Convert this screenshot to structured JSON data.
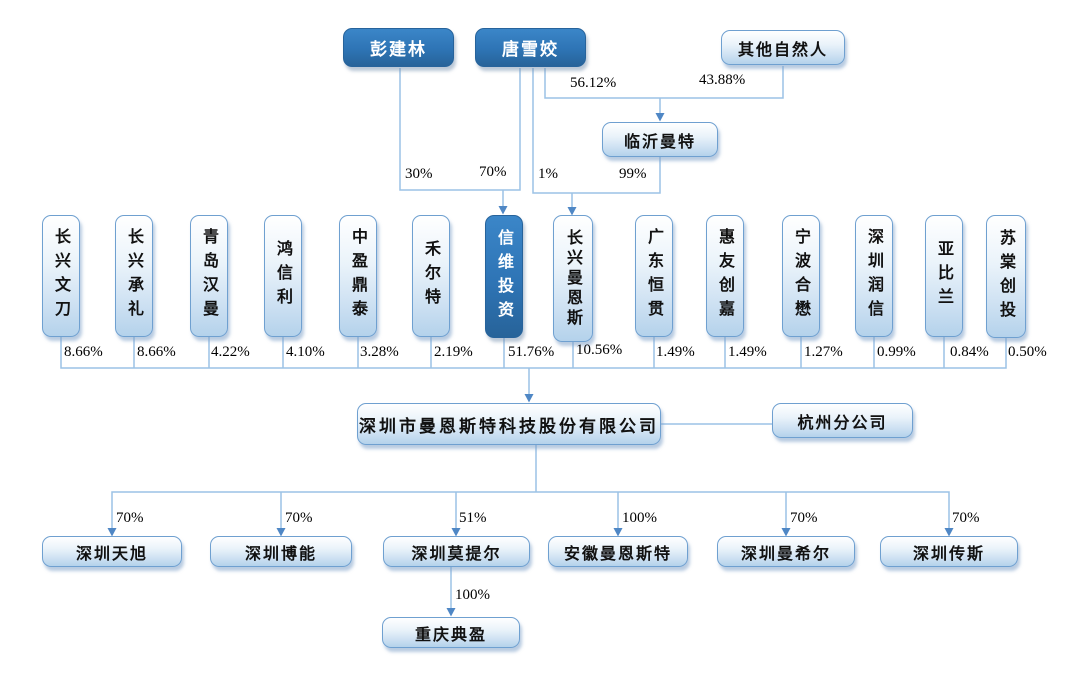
{
  "colors": {
    "dark_box": "#2E74B5",
    "light_box_border": "#6FA0D0",
    "light_box_fill_bottom": "#B4D2EB",
    "connector_line": "#9CC2E5",
    "arrow": "#4F87C5",
    "text": "#111111"
  },
  "top": {
    "peng": {
      "label": "彭建林"
    },
    "tang": {
      "label": "唐雪姣"
    },
    "other": {
      "label": "其他自然人"
    },
    "linyi": {
      "label": "临沂曼特"
    },
    "edges": {
      "peng_to_xinwei": "30%",
      "tang_to_xinwei": "70%",
      "tang_to_changxing": "1%",
      "linyi_to_changxing": "99%",
      "tang_to_linyi": "56.12%",
      "other_to_linyi": "43.88%"
    }
  },
  "shareholders": [
    {
      "label": "长兴文刀",
      "pct": "8.66%"
    },
    {
      "label": "长兴承礼",
      "pct": "8.66%"
    },
    {
      "label": "青岛汉曼",
      "pct": "4.22%"
    },
    {
      "label": "鸿信利",
      "pct": "4.10%"
    },
    {
      "label": "中盈鼎泰",
      "pct": "3.28%"
    },
    {
      "label": "禾尔特",
      "pct": "2.19%"
    },
    {
      "label": "信维投资",
      "pct": "51.76%"
    },
    {
      "label": "长兴曼恩斯",
      "pct": "10.56%"
    },
    {
      "label": "广东恒贯",
      "pct": "1.49%"
    },
    {
      "label": "惠友创嘉",
      "pct": "1.49%"
    },
    {
      "label": "宁波合懋",
      "pct": "1.27%"
    },
    {
      "label": "深圳润信",
      "pct": "0.99%"
    },
    {
      "label": "亚比兰",
      "pct": "0.84%"
    },
    {
      "label": "苏棠创投",
      "pct": "0.50%"
    }
  ],
  "company": {
    "label": "深圳市曼恩斯特科技股份有限公司"
  },
  "branch": {
    "label": "杭州分公司"
  },
  "subsidiaries": [
    {
      "label": "深圳天旭",
      "pct": "70%"
    },
    {
      "label": "深圳博能",
      "pct": "70%"
    },
    {
      "label": "深圳莫提尔",
      "pct": "51%"
    },
    {
      "label": "安徽曼恩斯特",
      "pct": "100%"
    },
    {
      "label": "深圳曼希尔",
      "pct": "70%"
    },
    {
      "label": "深圳传斯",
      "pct": "70%"
    }
  ],
  "grandchild": {
    "label": "重庆典盈",
    "pct": "100%"
  }
}
